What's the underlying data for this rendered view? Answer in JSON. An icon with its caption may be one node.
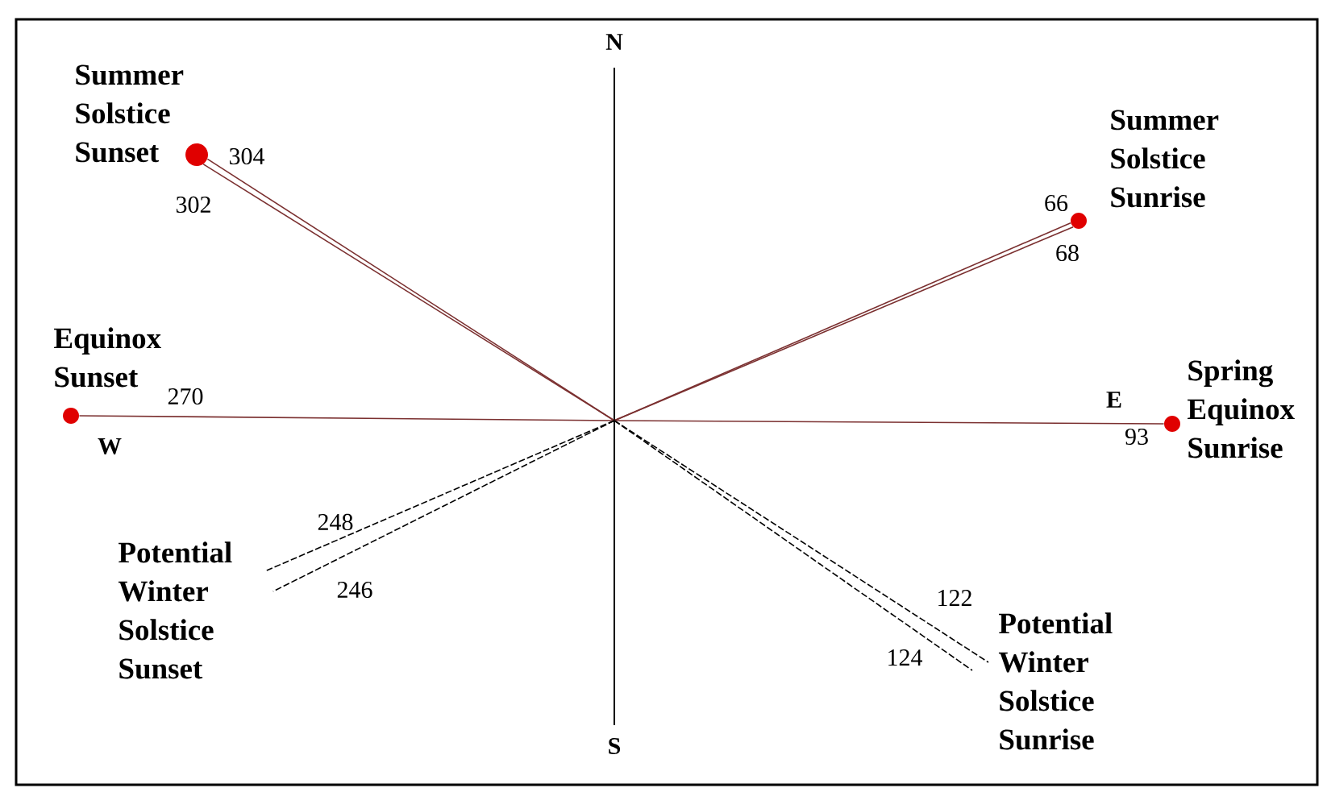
{
  "diagram": {
    "nodes": [
      {
        "text": [],
        "shape": "circle",
        "beside": [
          "Summer Solstice Sunset"
        ]
      },
      {
        "text": [],
        "shape": "circle",
        "beside": [
          "Summer Solstice Sunrise"
        ]
      },
      {
        "text": [],
        "shape": "circle",
        "beside": [
          "Equinox Sunset"
        ]
      },
      {
        "text": [],
        "shape": "circle",
        "beside": [
          "Spring Equinox Sunrise"
        ]
      },
      {
        "text": [
          "Potential Winter Solstice Sunset"
        ]
      },
      {
        "text": [
          "Potential Winter Solstice Sunrise"
        ]
      }
    ],
    "edges": [
      {
        "from": null,
        "to": 0,
        "arrow": "none",
        "label": "304"
      },
      {
        "from": null,
        "to": 0,
        "arrow": "none",
        "label": "302"
      },
      {
        "from": null,
        "to": 1,
        "arrow": "none",
        "label": "66"
      },
      {
        "from": null,
        "to": 1,
        "arrow": "none",
        "label": "68"
      },
      {
        "from": null,
        "to": 2,
        "arrow": "none",
        "label": "270"
      },
      {
        "from": null,
        "to": 3,
        "arrow": "none",
        "label": "93"
      },
      {
        "from": null,
        "to": 4,
        "arrow": "none",
        "label": "248",
        "style": "dashed",
        "color": "#000000"
      },
      {
        "from": null,
        "to": 4,
        "arrow": "none",
        "label": "246",
        "style": "dashed",
        "color": "#000000"
      },
      {
        "from": null,
        "to": 5,
        "arrow": "none",
        "label": "122",
        "style": "dashed",
        "color": "#000000"
      },
      {
        "from": null,
        "to": 5,
        "arrow": "none",
        "label": "124",
        "style": "dashed",
        "color": "#000000"
      }
    ],
    "labels": [
      "N",
      "E",
      "W",
      "S"
    ]
  }
}
